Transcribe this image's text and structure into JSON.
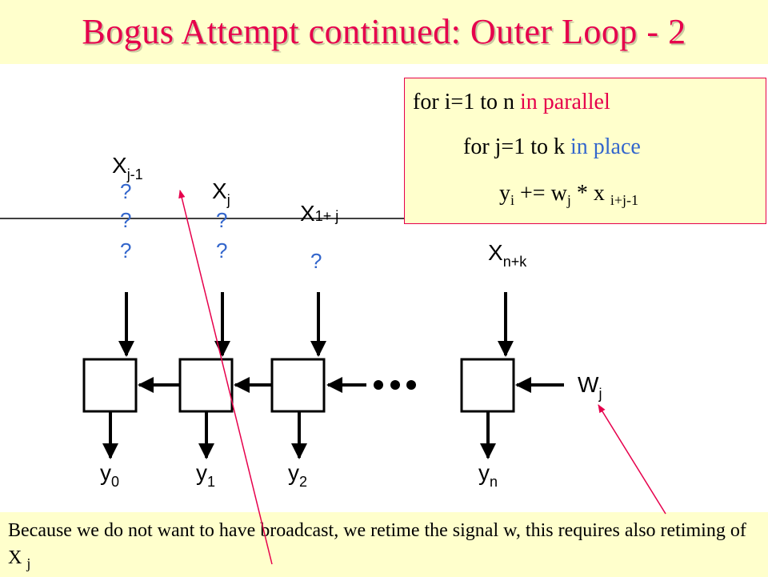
{
  "title": "Bogus Attempt continued: Outer Loop - 2",
  "code": {
    "line1_prefix": "for i=1 to n ",
    "line1_highlight": "in parallel",
    "line2_prefix": "for j=1 to k ",
    "line2_highlight": "in place",
    "line3_a": "y",
    "line3_a_sub": "i",
    "line3_b": " += w",
    "line3_b_sub": "j",
    "line3_c": " * x ",
    "line3_c_sub": "i+j-1"
  },
  "inputs": [
    {
      "label": "X",
      "sub": "j-1",
      "marks": [
        "?",
        "?",
        "?"
      ]
    },
    {
      "label": "X",
      "sub": "j",
      "marks": [
        "?",
        "?"
      ]
    },
    {
      "label": "X",
      "sub": "1+ j",
      "marks": [
        "?"
      ]
    },
    {
      "label": "X",
      "sub": "n+k",
      "marks": []
    }
  ],
  "outputs": [
    {
      "label": "y",
      "sub": "0"
    },
    {
      "label": "y",
      "sub": "1"
    },
    {
      "label": "y",
      "sub": "2"
    },
    {
      "label": "y",
      "sub": "n"
    }
  ],
  "weight": {
    "label": "W",
    "sub": "j"
  },
  "caption": {
    "text": "Because we do not want to have broadcast, we retime the signal w, this requires also retiming of X ",
    "sub": "j"
  },
  "colors": {
    "title": "#e6004c",
    "question": "#3366cc",
    "pointer": "#e6004c",
    "background": "#ffffcc"
  }
}
